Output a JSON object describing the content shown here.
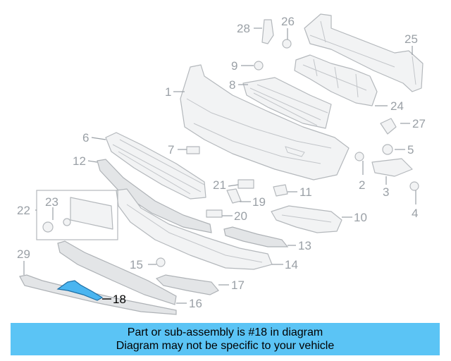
{
  "diagram": {
    "callouts": [
      "1",
      "2",
      "3",
      "4",
      "5",
      "6",
      "7",
      "8",
      "9",
      "10",
      "11",
      "12",
      "13",
      "14",
      "15",
      "16",
      "17",
      "18",
      "19",
      "20",
      "21",
      "22",
      "23",
      "24",
      "25",
      "26",
      "27",
      "28",
      "29"
    ],
    "highlighted_part": "18",
    "colors": {
      "highlight": "#4ab5f0",
      "banner": "#5bc4f5",
      "lines": "#9aa0a6"
    }
  },
  "banner": {
    "line1": "Part or sub-assembly is #18 in diagram",
    "line2": "Diagram may not be specific to your vehicle"
  }
}
